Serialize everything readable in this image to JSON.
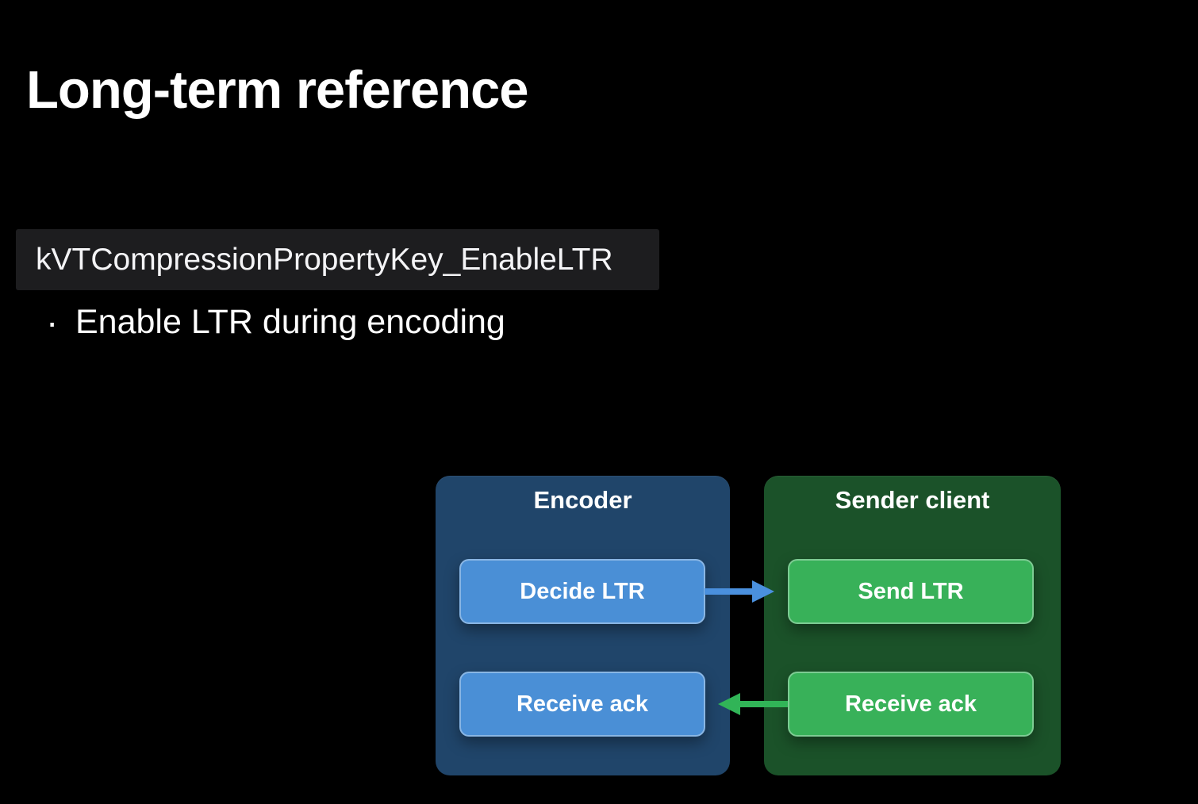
{
  "slide": {
    "title": "Long-term reference",
    "code_property": "kVTCompressionPropertyKey_EnableLTR",
    "bullet": {
      "glyph": "·",
      "text": "Enable LTR during encoding"
    }
  },
  "diagram": {
    "encoder": {
      "title": "Encoder",
      "steps": [
        "Decide LTR",
        "Receive ack"
      ]
    },
    "sender_client": {
      "title": "Sender client",
      "steps": [
        "Send LTR",
        "Receive ack"
      ]
    },
    "arrows": [
      {
        "name": "send-ltr-arrow",
        "from": "Decide LTR",
        "to": "Send LTR",
        "direction": "right",
        "color": "#4a90de"
      },
      {
        "name": "receive-ack-arrow",
        "from": "Receive ack",
        "to": "Receive ack",
        "direction": "left",
        "color": "#31b457"
      }
    ]
  },
  "colors": {
    "background": "#000000",
    "code_box_bg": "#1d1d1f",
    "encoder_container": "#20456a",
    "encoder_step": "#4a8fd6",
    "sender_container": "#1b5229",
    "sender_step": "#38b159",
    "text": "#ffffff"
  }
}
